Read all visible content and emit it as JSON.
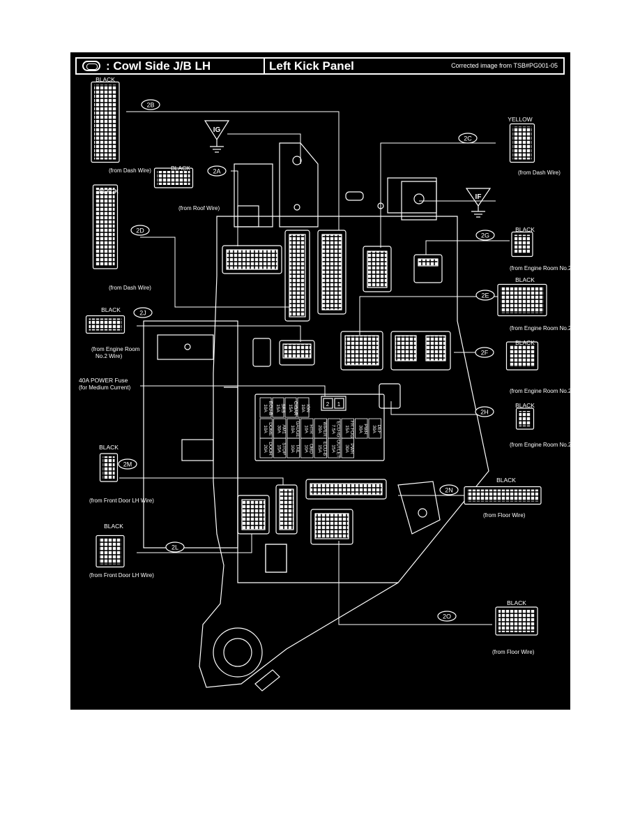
{
  "title_bar": {
    "location": ": Cowl Side J/B LH",
    "panel": "Left Kick Panel",
    "note": "Corrected image from TSB#PG001-05"
  },
  "connectors": [
    {
      "id": "2B",
      "color": "BLACK",
      "source": "(from Dash Wire)"
    },
    {
      "id": "2A",
      "color": "BLACK",
      "source": "(from Roof Wire)"
    },
    {
      "id": "2C",
      "color": "YELLOW",
      "source": "(from Dash Wire)"
    },
    {
      "id": "2D",
      "color": "BLACK",
      "source": "(from Dash Wire)"
    },
    {
      "id": "2G",
      "color": "BLACK",
      "source": "(from Engine Room No.2 Wire)"
    },
    {
      "id": "2E",
      "color": "BLACK",
      "source": "(from Engine Room No.2 Wire)"
    },
    {
      "id": "2J",
      "color": "BLACK",
      "source_line1": "(from Engine Room",
      "source_line2": "No.2 Wire)"
    },
    {
      "id": "2F",
      "color": "BLACK",
      "source": "(from Engine Room No.2 Wire)"
    },
    {
      "id": "2H",
      "color": "BLACK",
      "source": "(from Engine Room No.2 Wire)"
    },
    {
      "id": "2M",
      "color": "BLACK",
      "source": "(from Front Door LH Wire)"
    },
    {
      "id": "2N",
      "color": "BLACK",
      "source": "(from Floor Wire)"
    },
    {
      "id": "2L",
      "color": "BLACK",
      "source": "(from Front Door LH Wire)"
    },
    {
      "id": "2O",
      "color": "BLACK",
      "source": "(from Floor Wire)"
    }
  ],
  "grounds": {
    "ig": "IG",
    "if": "IF"
  },
  "power_fuse": {
    "line1": "40A POWER Fuse",
    "line2": "(for Medium Current)",
    "pins": [
      "2",
      "1"
    ]
  },
  "fuses_row1": [
    {
      "amp": "10A",
      "name": "ECU-B"
    },
    {
      "amp": "15A",
      "name": "SRS"
    },
    {
      "amp": "15A",
      "name": "CIGAR"
    },
    {
      "amp": "10A",
      "name": "IGN"
    }
  ],
  "fuses_row2": [
    {
      "amp": "10A",
      "name": "DOME"
    },
    {
      "amp": "30A",
      "name": "AM1"
    },
    {
      "amp": "10A",
      "name": "GAUGE"
    },
    {
      "amp": "10A",
      "name": "HTR"
    },
    {
      "amp": "20A",
      "name": "WIPER"
    },
    {
      "amp": "7.5A",
      "name": "ECU-IG"
    },
    {
      "amp": "15A",
      "name": "FR FOG"
    },
    {
      "amp": "30A",
      "name": "PWR"
    },
    {
      "amp": "30A",
      "name": "DEF"
    }
  ],
  "fuses_row3": [
    {
      "amp": "20A",
      "name": "DOOR"
    },
    {
      "amp": "15A",
      "name": "STOP"
    },
    {
      "amp": "10A",
      "name": "TAIL"
    },
    {
      "amp": "10A",
      "name": "OBD"
    },
    {
      "amp": "15A",
      "name": "ECU-B"
    },
    {
      "amp": "15A",
      "name": "OUTLET"
    },
    {
      "amp": "30A",
      "name": "PWR"
    }
  ]
}
